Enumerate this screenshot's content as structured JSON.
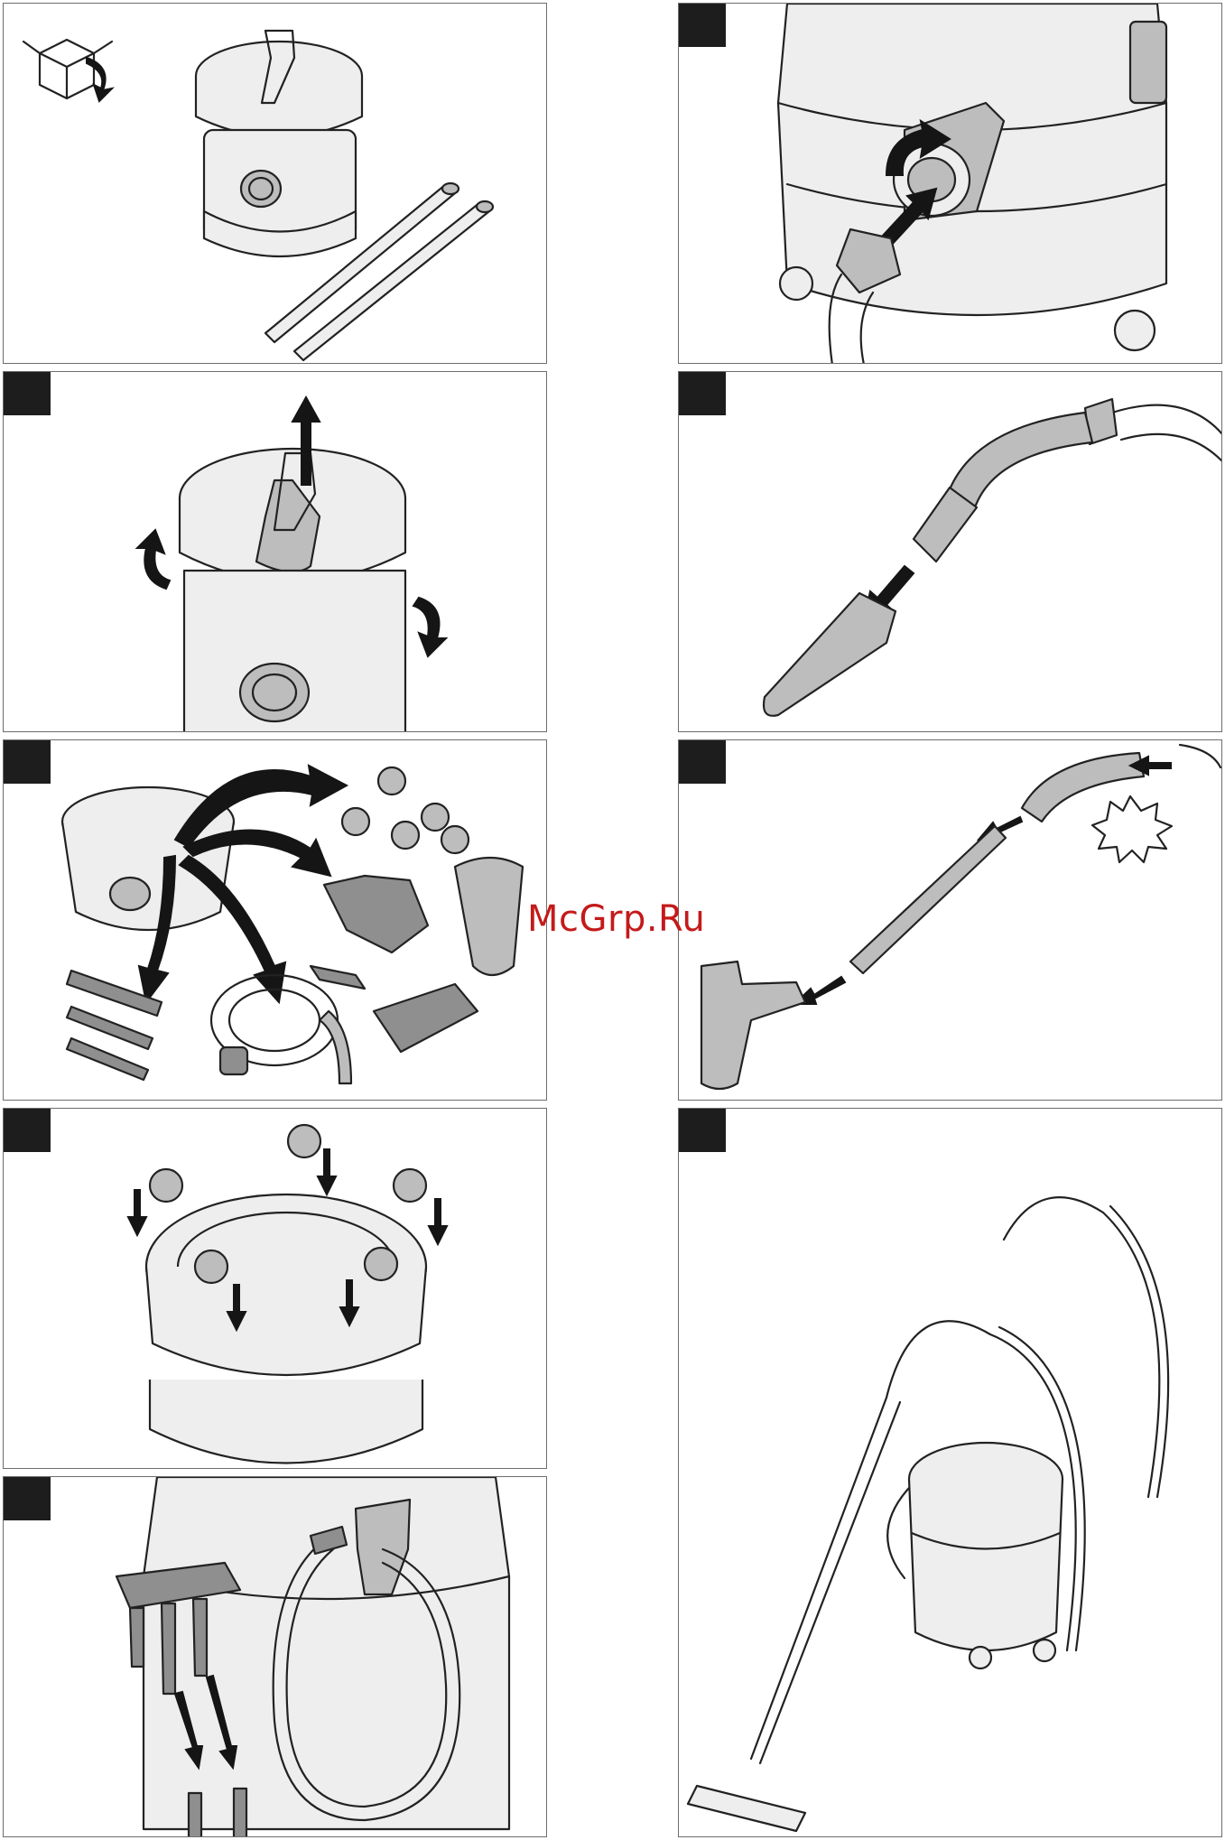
{
  "watermark": "McGrp.Ru",
  "panels": [
    {
      "id": "unpack",
      "has_step_box": false
    },
    {
      "id": "remove-lid",
      "has_step_box": true
    },
    {
      "id": "accessories-out",
      "has_step_box": true
    },
    {
      "id": "fit-castors",
      "has_step_box": true
    },
    {
      "id": "accessory-holder",
      "has_step_box": true
    },
    {
      "id": "hose-connect",
      "has_step_box": true
    },
    {
      "id": "crevice-nozzle",
      "has_step_box": true
    },
    {
      "id": "assemble-tubes",
      "has_step_box": true
    },
    {
      "id": "assembled-unit",
      "has_step_box": true
    }
  ],
  "colors": {
    "step_box": "#1d1d1d",
    "border": "#6e6e6e",
    "watermark": "#c41a1a",
    "shade_mid": "#bdbdbd",
    "shade_dark": "#8f8f8f"
  },
  "icons": [
    "box-unpack-icon",
    "rotate-arrow-icon",
    "click-sound-icon"
  ]
}
